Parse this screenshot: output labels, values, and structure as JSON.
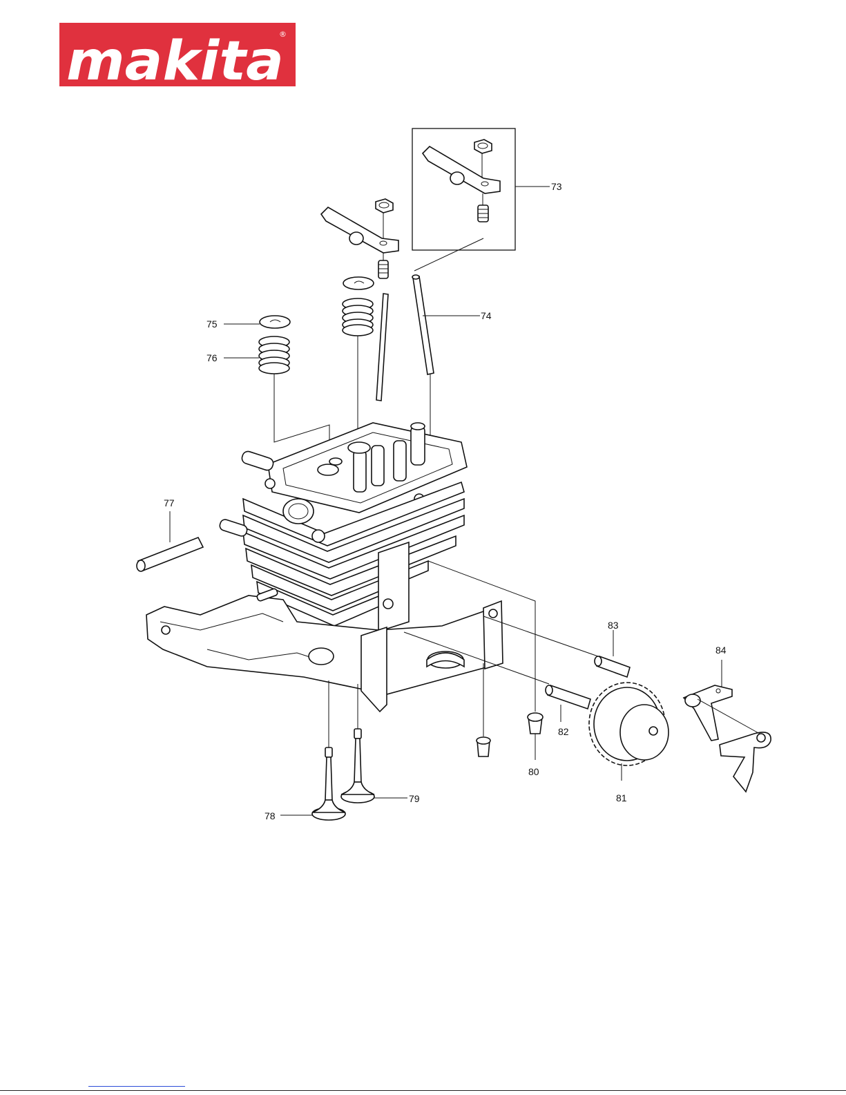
{
  "brand": {
    "name": "makita",
    "registered": "®",
    "color": "#e0313e"
  },
  "callouts": [
    {
      "id": "73",
      "label": "73"
    },
    {
      "id": "74",
      "label": "74"
    },
    {
      "id": "75",
      "label": "75"
    },
    {
      "id": "76",
      "label": "76"
    },
    {
      "id": "77",
      "label": "77"
    },
    {
      "id": "78",
      "label": "78"
    },
    {
      "id": "79",
      "label": "79"
    },
    {
      "id": "80",
      "label": "80"
    },
    {
      "id": "81",
      "label": "81"
    },
    {
      "id": "82",
      "label": "82"
    },
    {
      "id": "83",
      "label": "83"
    },
    {
      "id": "84",
      "label": "84"
    }
  ]
}
